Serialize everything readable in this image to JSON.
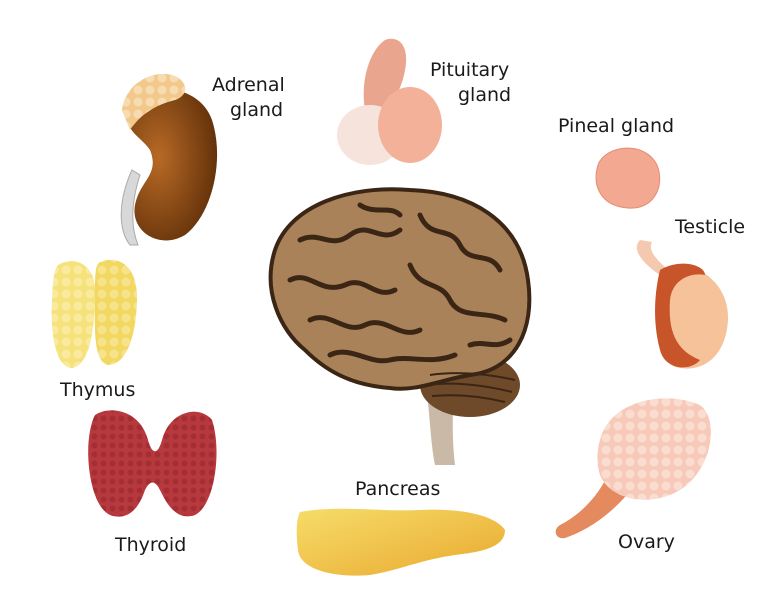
{
  "labels": {
    "adrenal_line1": "Adrenal",
    "adrenal_line2": "gland",
    "pituitary_line1": "Pituitary",
    "pituitary_line2": "gland",
    "pineal": "Pineal gland",
    "testicle": "Testicle",
    "thymus": "Thymus",
    "thyroid": "Thyroid",
    "pancreas": "Pancreas",
    "ovary": "Ovary"
  },
  "colors": {
    "brain": "#a9825a",
    "brain_sulci": "#3b2616",
    "kidney": "#8a4a12",
    "adrenal": "#f2c98a",
    "pituitary": "#f4b7a0",
    "pineal": "#f3a892",
    "testicle": "#f6c29a",
    "thymus": "#f6e27a",
    "thyroid": "#b8393d",
    "pancreas": "#f2c64a",
    "ovary": "#f7c9b8"
  }
}
